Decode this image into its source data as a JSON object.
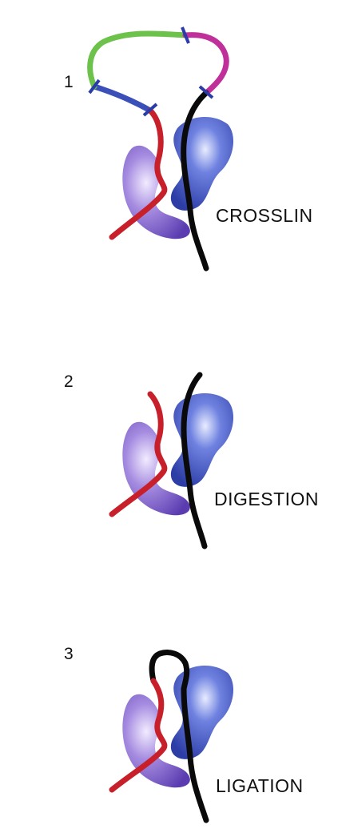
{
  "steps": [
    {
      "number": "1",
      "label": "CROSSLIN"
    },
    {
      "number": "2",
      "label": "DIGESTION"
    },
    {
      "number": "3",
      "label": "LIGATION"
    }
  ],
  "colors": {
    "dna_red": "#c8202a",
    "dna_black": "#0a0a0a",
    "protein_blue": "#3a4fb8",
    "protein_purple": "#7a5cc6",
    "loop_green": "#6cc24a",
    "loop_magenta": "#c0309a",
    "loop_blue": "#3a4fb8",
    "restriction_site": "#2a3ca8"
  }
}
